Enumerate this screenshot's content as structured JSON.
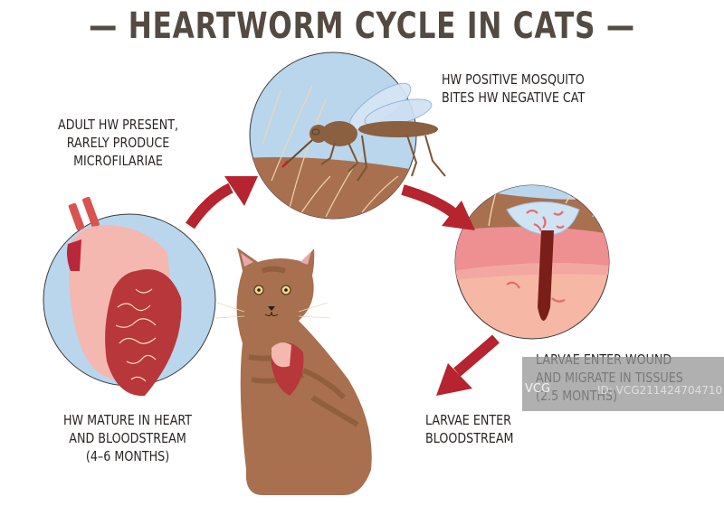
{
  "title": "— HEARTWORM CYCLE IN CATS —",
  "steps": [
    {
      "id": "mosquito",
      "lines": [
        "HW POSITIVE MOSQUITO",
        "BITES HW NEGATIVE CAT"
      ]
    },
    {
      "id": "wound",
      "lines": [
        "LARVAE ENTER WOUND",
        "AND MIGRATE IN TISSUES",
        "(2.5 MONTHS)"
      ]
    },
    {
      "id": "bloodstream",
      "lines": [
        "LARVAE ENTER",
        "BLOODSTREAM"
      ]
    },
    {
      "id": "mature",
      "lines": [
        "HW MATURE IN HEART",
        "AND BLOODSTREAM",
        "(4–6 MONTHS)"
      ]
    },
    {
      "id": "adult",
      "lines": [
        "ADULT HW PRESENT,",
        "RARELY PRODUCE",
        "MICROFILARIAE"
      ]
    }
  ],
  "watermark": {
    "brand": "VCG",
    "id": "ID: VCG211424704710"
  },
  "colors": {
    "title": "#534a42",
    "arrow": "#b5242f",
    "circle_sky": "#b9d6ec",
    "fur": "#a8704e",
    "skin_pink": "#f2a8a0",
    "heart_red": "#b8373a"
  }
}
